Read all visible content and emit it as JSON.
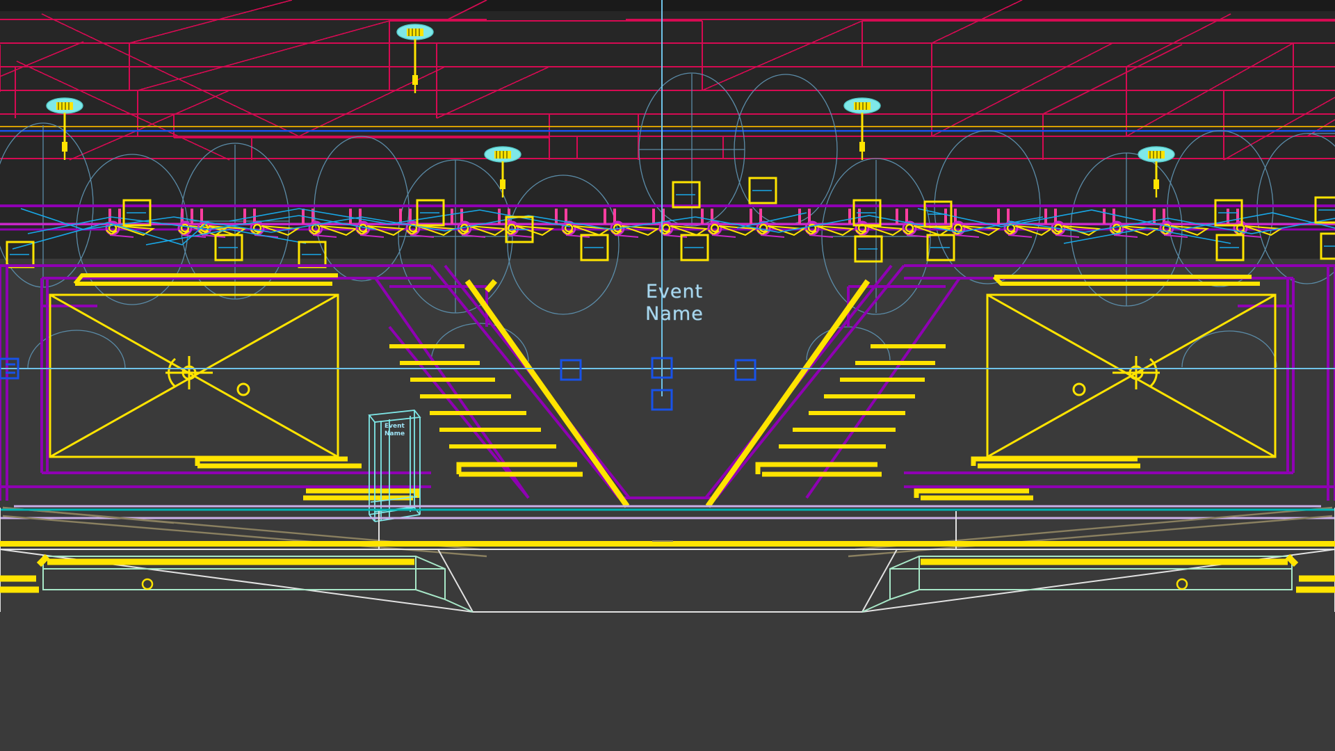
{
  "app": {
    "viewport_name": "front-orthographic-wireframe-viewport",
    "render_mode": "wireframe",
    "background_color": "#3a3a3a",
    "upper_zone_color": "#262626",
    "top_band_color": "#1a1a1a"
  },
  "labels": {
    "stage_screen_text": "Event\nName",
    "podium_text": "Event\nName"
  },
  "palette": {
    "crimson": "#d60a52",
    "yellow": "#ffe400",
    "purple": "#8f00b3",
    "magenta": "#c828c8",
    "pink": "#ff3ea0",
    "cyan_light": "#6fc3e8",
    "cyan_bright": "#18a8e8",
    "blue_marker": "#1852e8",
    "steel_blue": "#5b8ca8",
    "teal": "#00b4b4",
    "pale_green": "#a8e8c8",
    "lavender": "#c9aee8",
    "khaki": "#8a8060",
    "white": "#e8e8e8",
    "aqua_fill": "#7fe8e8",
    "orange_line": "#d8a000"
  },
  "scene_objects": {
    "truss_rows": 3,
    "lighting_fixture_count": 26,
    "yellow_selection_boxes": 18,
    "hanging_speakers": 5,
    "led_screens": 2,
    "stair_runs": 2,
    "stage_risers": 2,
    "podiums": 1,
    "blue_axis_markers": 5
  },
  "chart_data": {
    "type": "scatter",
    "title": "",
    "note": "3D wireframe viewport — not a data chart"
  }
}
